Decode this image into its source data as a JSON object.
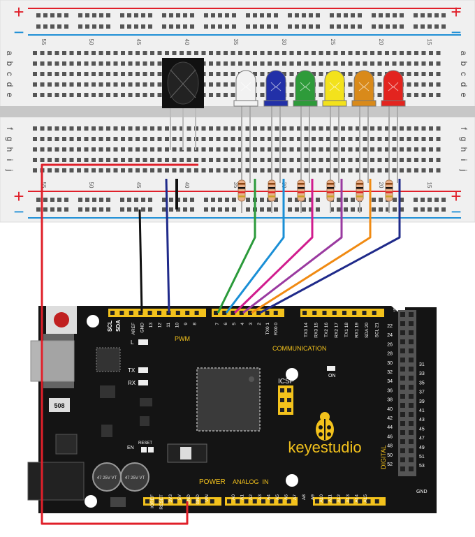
{
  "breadboard": {
    "row_letters_top": [
      "a",
      "b",
      "c",
      "d",
      "e"
    ],
    "row_letters_bottom": [
      "f",
      "g",
      "h",
      "i",
      "j"
    ],
    "column_numbers": [
      "55",
      "50",
      "45",
      "40",
      "35",
      "30",
      "25",
      "20",
      "15"
    ],
    "rail_plus": "+",
    "rail_minus": "−"
  },
  "leds": [
    {
      "color_name": "white",
      "hex": "#f2f2f2"
    },
    {
      "color_name": "blue",
      "hex": "#2230a8"
    },
    {
      "color_name": "green",
      "hex": "#2e9b3a"
    },
    {
      "color_name": "yellow",
      "hex": "#f3e21c"
    },
    {
      "color_name": "orange",
      "hex": "#d98a1a"
    },
    {
      "color_name": "red",
      "hex": "#e3241f"
    }
  ],
  "wire_colors": [
    "#2a9a3a",
    "#1a8fd6",
    "#d11c8e",
    "#9a3aa0",
    "#f08a12",
    "#1f2a8a"
  ],
  "board": {
    "brand": "keyestudio",
    "pwm_label": "PWM",
    "communication_label": "COMMUNICATION",
    "power_label": "POWER",
    "analog_label": "ANALOG  IN",
    "digital_label": "DIGITAL",
    "icsp_label": "ICSP",
    "on_label": "ON",
    "en_label": "EN",
    "reset_label": "RESET",
    "l_label": "L",
    "tx_label": "TX",
    "rx_label": "RX",
    "v5_label": "5V",
    "gnd_label": "GND",
    "scl_label": "SCL",
    "sda_label": "SDA",
    "crystal_label": "508",
    "cap_label": "47 25V VT",
    "top_header_left": [
      "AREF",
      "GND",
      "13",
      "12",
      "11",
      "10",
      "9",
      "8"
    ],
    "top_header_mid": [
      "7",
      "6",
      "5",
      "4",
      "3",
      "2",
      "TX0 1",
      "RX0 0"
    ],
    "top_header_right": [
      "TX3 14",
      "RX3 15",
      "TX2 16",
      "RX2 17",
      "TX1 18",
      "RX1 19",
      "SDA 20",
      "SCL 21"
    ],
    "power_pins": [
      "IOREF",
      "RESET",
      "3V3",
      "5V",
      "GND",
      "GND",
      "VIN"
    ],
    "analog_pins": [
      "A0",
      "A1",
      "A2",
      "A3",
      "A4",
      "A5",
      "A6",
      "A7",
      "A8",
      "A9",
      "A10",
      "A11",
      "A12",
      "A13",
      "A14",
      "A15"
    ],
    "digital_left": [
      "22",
      "24",
      "26",
      "28",
      "30",
      "32",
      "34",
      "36",
      "38",
      "40",
      "42",
      "44",
      "46",
      "48",
      "50",
      "52"
    ],
    "digital_right": [
      "31",
      "33",
      "35",
      "37",
      "39",
      "41",
      "43",
      "45",
      "47",
      "49",
      "51",
      "53"
    ]
  }
}
